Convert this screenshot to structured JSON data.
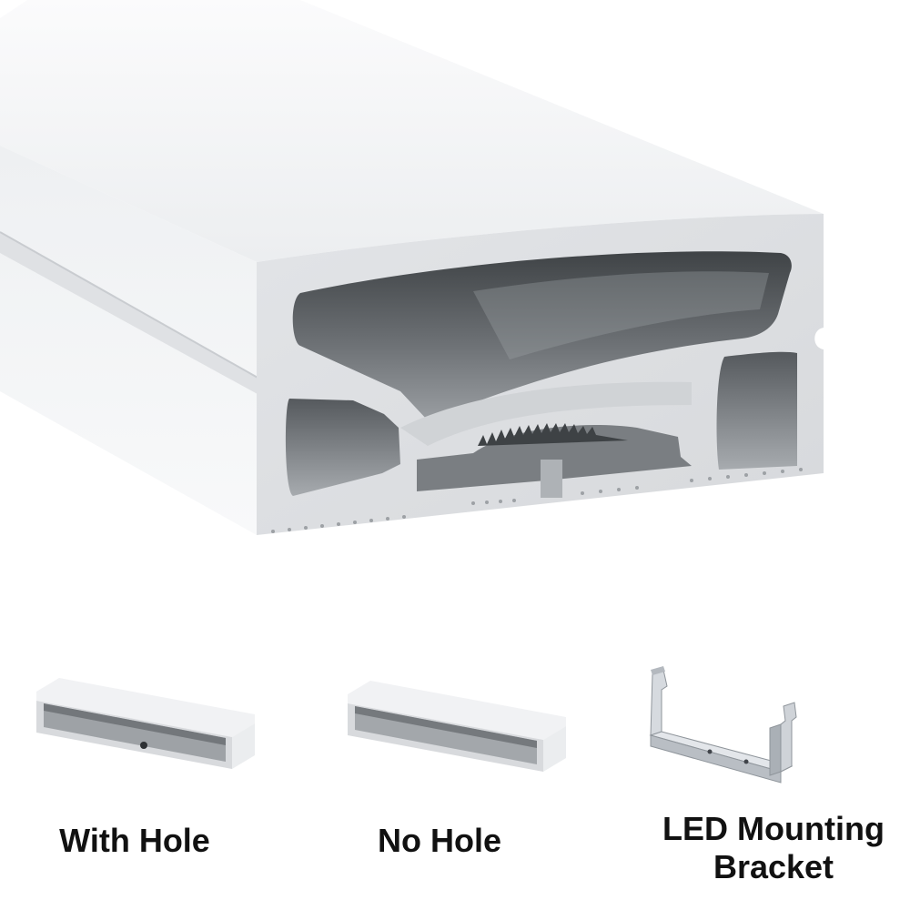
{
  "captions": {
    "with_hole": "With Hole",
    "no_hole": "No Hole",
    "bracket_line1": "LED Mounting",
    "bracket_line2": "Bracket"
  },
  "colors": {
    "background": "#ffffff",
    "silicone_light": "#f2f3f5",
    "silicone_mid": "#dcdee1",
    "cavity_dark": "#5f6367",
    "cavity_mid": "#8c9095",
    "bracket_metal": "#c7ccd1",
    "text": "#111111"
  },
  "icons": [
    "silicone-neon-profile",
    "end-cap-with-hole",
    "end-cap-no-hole",
    "mounting-bracket"
  ]
}
